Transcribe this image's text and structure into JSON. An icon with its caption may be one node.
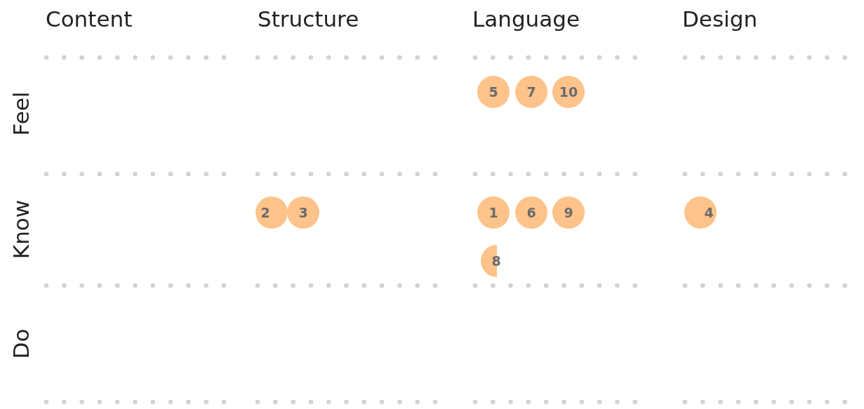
{
  "diagram": {
    "nodes": [
      {
        "text": [
          "5"
        ]
      },
      {
        "text": [
          "7"
        ]
      },
      {
        "text": [
          "10"
        ]
      },
      {
        "text": [
          "2"
        ]
      },
      {
        "text": [
          "3"
        ]
      },
      {
        "text": [
          "1"
        ]
      },
      {
        "text": [
          "6"
        ]
      },
      {
        "text": [
          "9"
        ]
      },
      {
        "text": [
          "4"
        ]
      },
      {
        "text": [
          "8"
        ]
      }
    ],
    "labels": [
      "Content",
      "Structure",
      "Language",
      "Design",
      "Feel",
      "Know",
      "Do"
    ]
  }
}
